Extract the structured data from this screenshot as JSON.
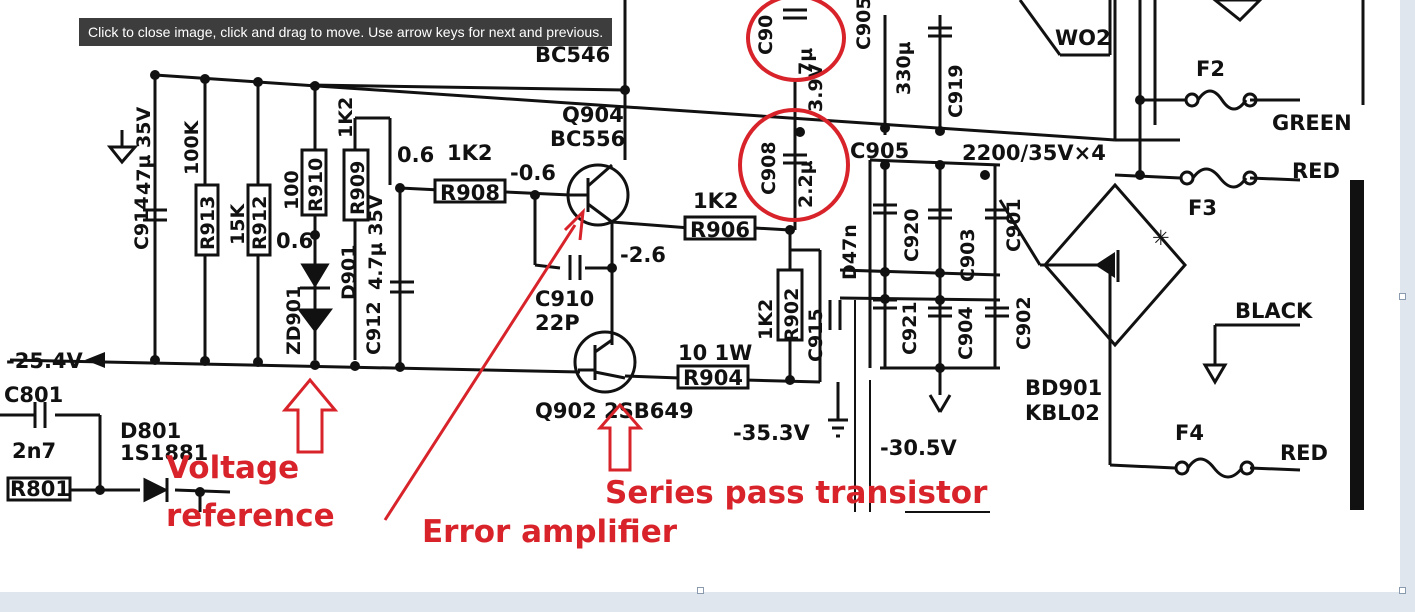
{
  "viewer": {
    "tooltip": "Click to close image, click and drag to move. Use arrow keys for next and previous."
  },
  "colors": {
    "ink": "#111111",
    "annotation_red": "#d8232a",
    "tooltip_bg": "#3d3d3d",
    "page_bg": "#dfe6ee"
  },
  "schematic": {
    "labels": {
      "q_top": "BC546",
      "c914_val": "47µ 35V",
      "c914": "C914",
      "r913_val": "100K",
      "r913": "R913",
      "r912_val": "15K",
      "r912": "R912",
      "v_06a": "0.6",
      "r910_val": "100",
      "r910": "R910",
      "d901": "D901",
      "zd901": "ZD901",
      "r909_val": "1K2",
      "r909": "R909",
      "v_06b": "0.6",
      "c912_val": "4.7µ 35V",
      "c912": "C912",
      "r908_val": "1K2",
      "r908": "R908",
      "v_neg06": "-0.6",
      "q904": "Q904",
      "q904_type": "BC556",
      "v_neg26": "-2.6",
      "c910": "C910",
      "c910_val": "22P",
      "r906_val": "1K2",
      "r906": "R906",
      "r904_val": "10 1W",
      "r904": "R904",
      "q902": "Q902 2SB649",
      "v_neg353": "-35.3V",
      "v_neg254": "-25.4V",
      "r902_val": "1K2",
      "r902": "R902",
      "c915": "C915",
      "c908": "C908",
      "c908_val": "2.2µ",
      "c906_val": "7µ",
      "c90x": "C90",
      "c905": "C905",
      "c919": "C919",
      "c919_val": "330µ",
      "d47n": "D47n",
      "c920": "C920",
      "c903": "C903",
      "c901": "C901",
      "c921": "C921",
      "c904": "C904",
      "c902": "C902",
      "cap_bank": "2200/35V×4",
      "v_neg305": "-30.5V",
      "wo2": "WO2",
      "f2": "F2",
      "green": "GREEN",
      "red_top": "RED",
      "f3": "F3",
      "black": "BLACK",
      "bd901": "BD901",
      "kbl02": "KBL02",
      "f4": "F4",
      "red_bottom": "RED",
      "c801": "C801",
      "c801_val": "2n7",
      "d801": "D801",
      "d801_type": "1S1881",
      "r801": "R801",
      "v_39": "3.9V"
    },
    "annotations": {
      "voltage_reference": [
        "Voltage",
        "reference"
      ],
      "error_amplifier": "Error amplifier",
      "series_pass": "Series pass transistor"
    }
  }
}
